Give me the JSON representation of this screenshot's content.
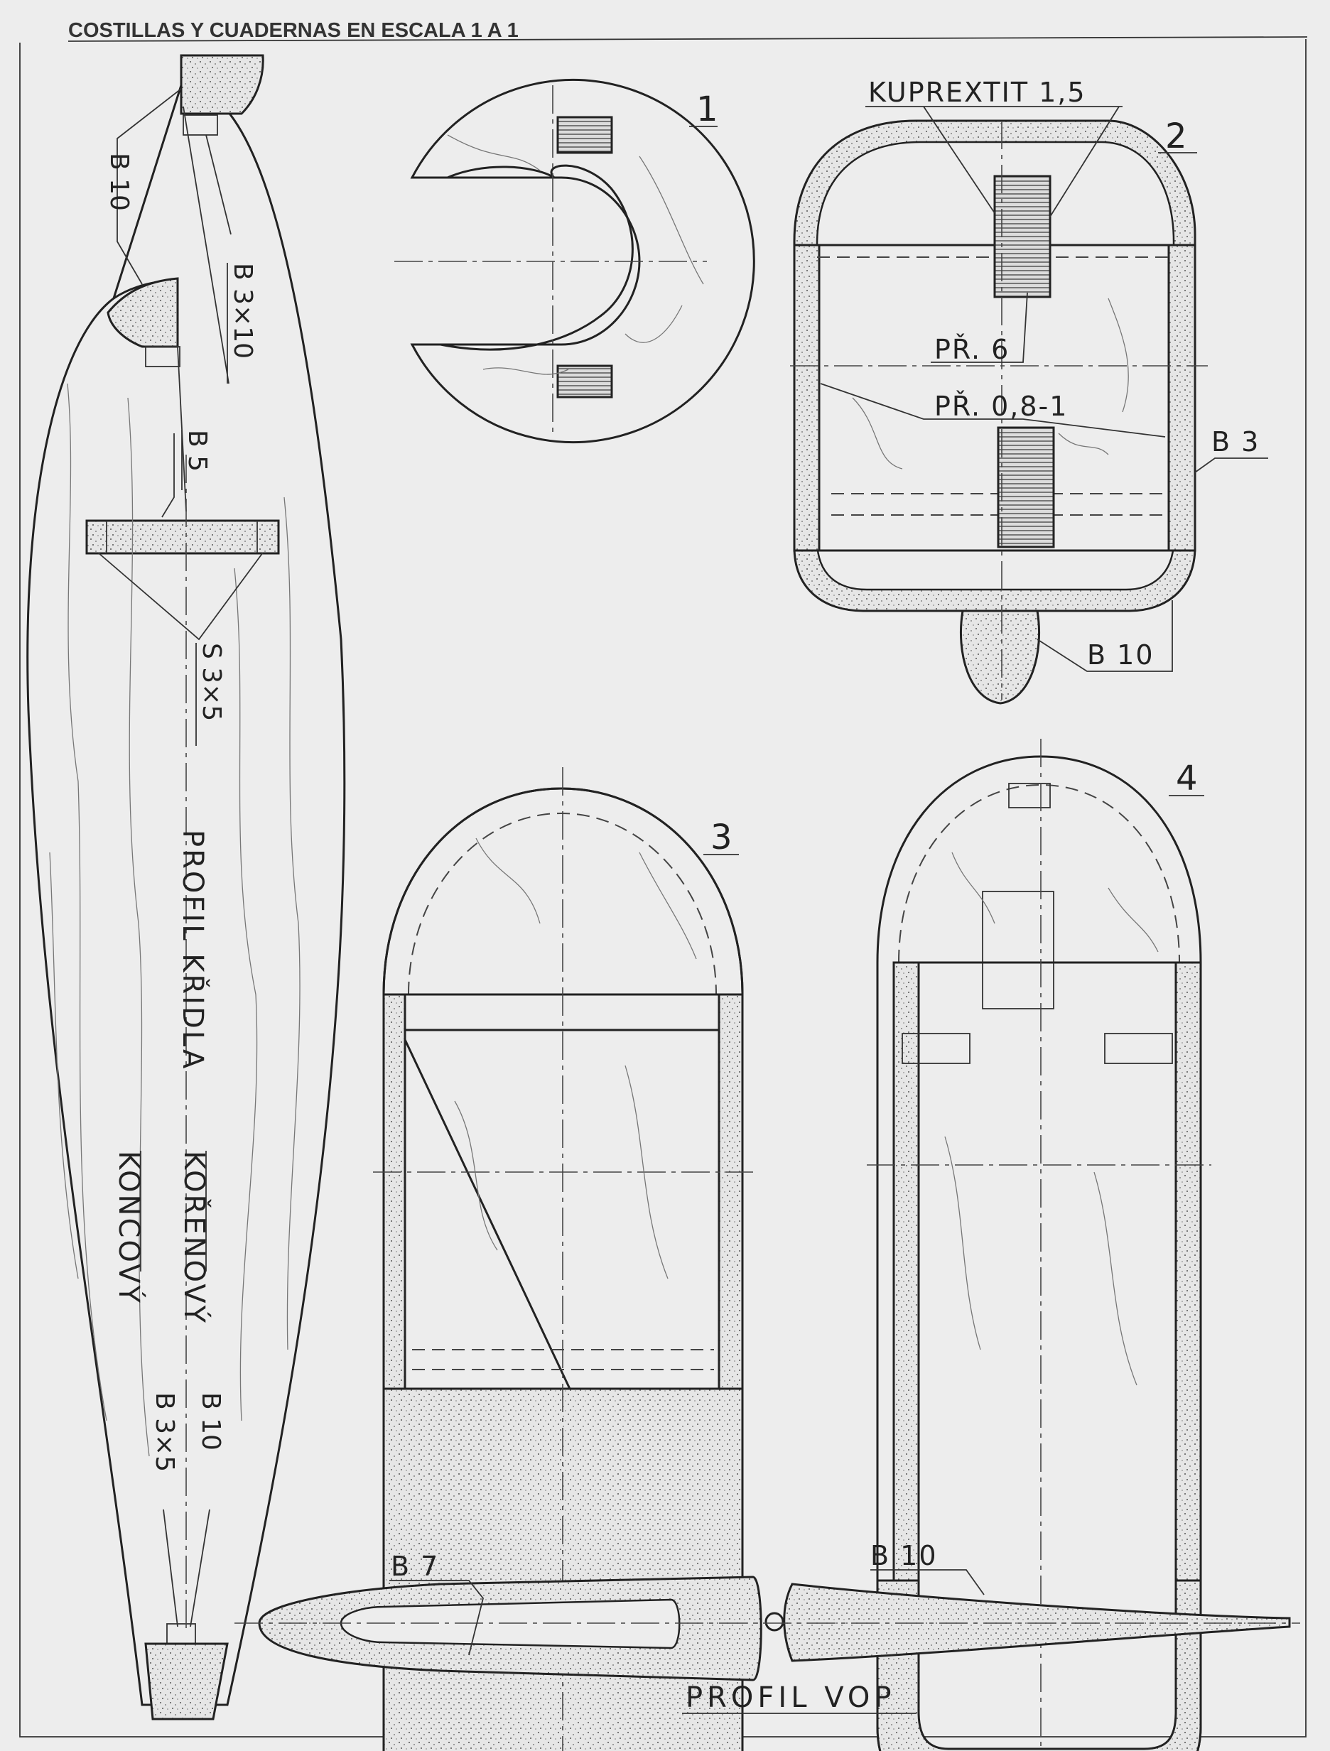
{
  "header": {
    "title": "COSTILLAS Y CUADERNAS EN ESCALA 1 A 1"
  },
  "wing_profile": {
    "title_line1": "PROFIL KŘIDLA",
    "title_line2": "KOŘENOVÝ",
    "title_line3": "KONCOVÝ",
    "labels": {
      "b10_top": "B 10",
      "b3x10": "B 3×10",
      "b5": "B 5",
      "s3x5": "S 3×5",
      "b3x5": "B 3×5",
      "b10_bottom": "B 10"
    }
  },
  "former_1": {
    "number": "1"
  },
  "former_2": {
    "number": "2",
    "labels": {
      "kuprextit": "KUPREXTIT 1,5",
      "pr6": "PŘ. 6",
      "pr08": "PŘ. 0,8-1",
      "b3": "B 3",
      "b10": "B 10"
    }
  },
  "former_3": {
    "number": "3"
  },
  "former_4": {
    "number": "4"
  },
  "tail_profile": {
    "title": "PROFIL VOP",
    "labels": {
      "b7": "B 7",
      "b10": "B 10"
    }
  },
  "colors": {
    "paper": "#ededed",
    "ink": "#222222"
  }
}
